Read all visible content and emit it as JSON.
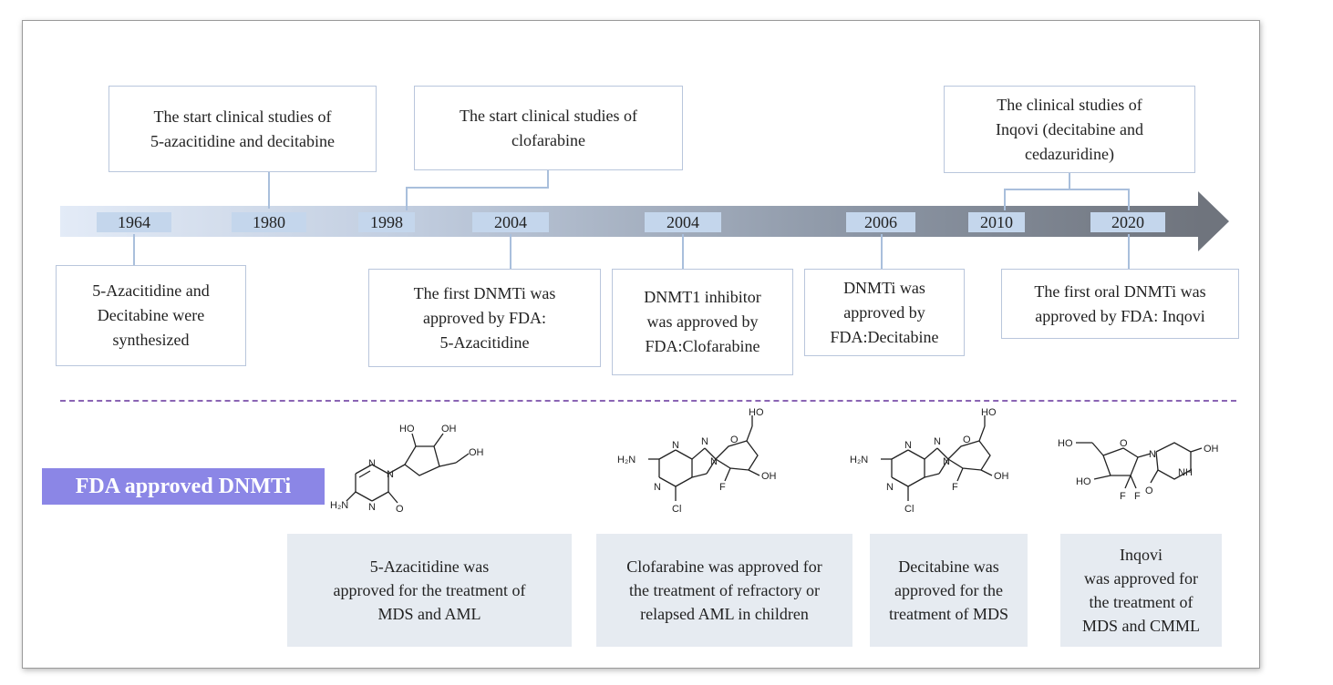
{
  "timeline": {
    "years": [
      "1964",
      "1980",
      "1998",
      "2004",
      "2004",
      "2006",
      "2010",
      "2020"
    ],
    "top_events": [
      "The start  clinical studies of\n5-azacitidine and decitabine",
      "The start clinical studies of\nclofarabine",
      "The clinical studies of\nInqovi (decitabine and\ncedazuridine)"
    ],
    "bottom_events": [
      "5-Azacitidine and\nDecitabine were\nsynthesized",
      "The first DNMTi was\napproved by FDA:\n5-Azacitidine",
      "DNMT1 inhibitor\nwas approved by\nFDA:Clofarabine",
      "DNMTi was\napproved by\nFDA:Decitabine",
      "The first oral DNMTi was\napproved by FDA: Inqovi"
    ]
  },
  "section": {
    "label": "FDA approved DNMTi",
    "approvals": [
      "5-Azacitidine was\napproved  for the treatment of\nMDS and AML",
      "Clofarabine was approved for\nthe treatment of refractory or\nrelapsed AML in children",
      "Decitabine was\napproved for the\ntreatment of MDS",
      "Inqovi\nwas approved for\nthe treatment of\nMDS and CMML"
    ]
  },
  "structures": {
    "azacitidine": [
      "HO",
      "OH",
      "OH",
      "N",
      "N",
      "N",
      "H₂N",
      "O"
    ],
    "clofarabine": [
      "HO",
      "N",
      "N",
      "N",
      "N",
      "H₂N",
      "O",
      "F",
      "OH",
      "Cl"
    ],
    "decitabine": [
      "HO",
      "N",
      "N",
      "N",
      "N",
      "H₂N",
      "O",
      "F",
      "OH",
      "Cl"
    ],
    "cedazuridine": [
      "HO",
      "O",
      "N",
      "OH",
      "HO",
      "F",
      "F",
      "O",
      "NH"
    ]
  },
  "colors": {
    "arrow_start": "#e3ebf7",
    "arrow_end": "#6f747d",
    "year_fill": "#c4d6ec",
    "connector": "#a9bfdc",
    "divider": "#8a64b4",
    "label_fill": "#8b86e6",
    "approval_fill": "#e6ebf1"
  }
}
